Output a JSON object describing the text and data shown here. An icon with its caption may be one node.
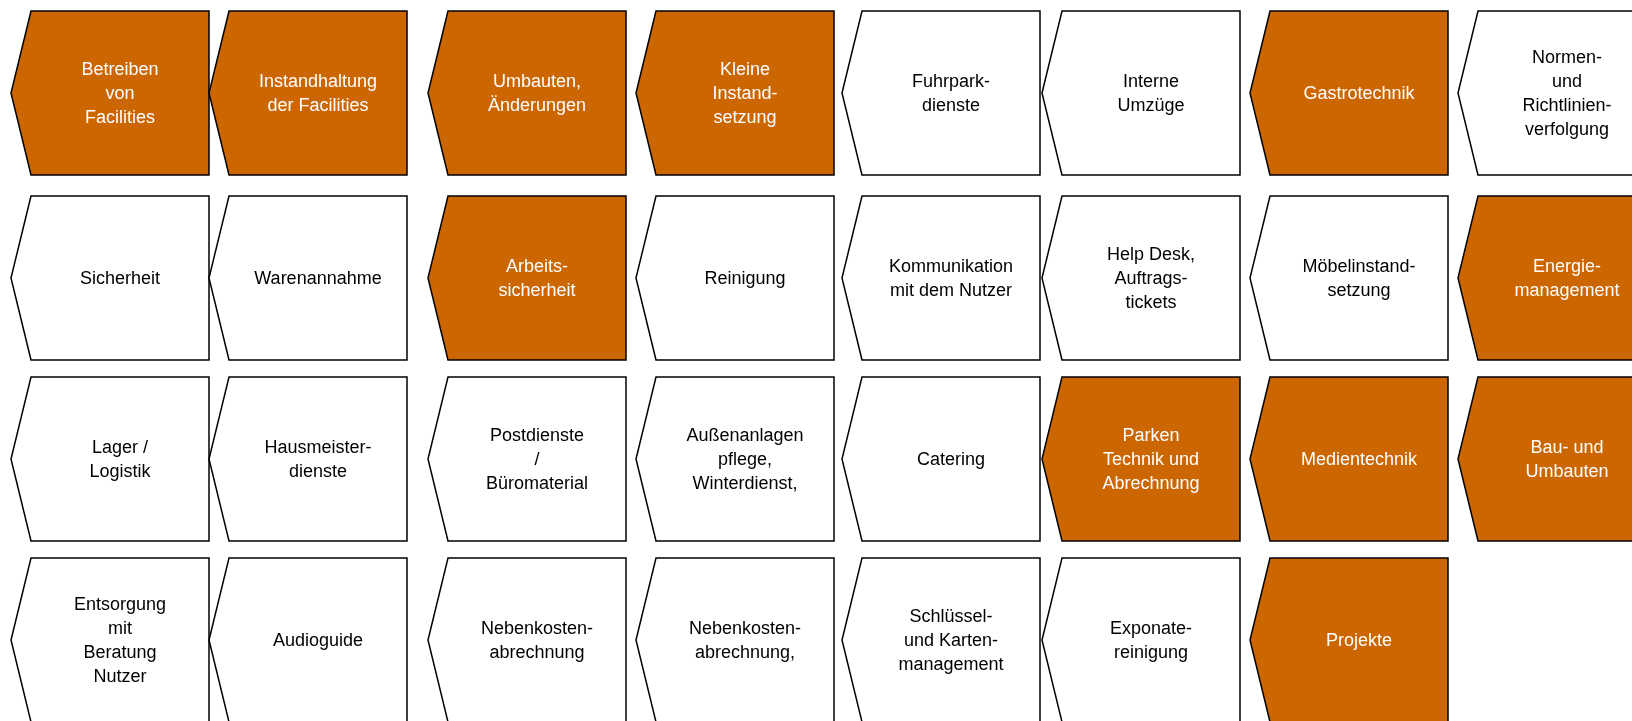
{
  "diagram": {
    "nodes": [
      {
        "text": [
          "Betreiben von Facilities"
        ]
      },
      {
        "text": [
          "Instandhaltung der Facilities"
        ]
      },
      {
        "text": [
          "Umbauten, Änderungen"
        ]
      },
      {
        "text": [
          "Kleine Instand- setzung"
        ]
      },
      {
        "text": [
          "Fuhrpark- dienste"
        ]
      },
      {
        "text": [
          "Interne Umzüge"
        ]
      },
      {
        "text": [
          "Gastrotechnik"
        ]
      },
      {
        "text": [
          "Normen- und Richtlinien- verfolgung"
        ]
      },
      {
        "text": [
          "Sicherheit"
        ]
      },
      {
        "text": [
          "Warenannahme"
        ]
      },
      {
        "text": [
          "Arbeits- sicherheit"
        ]
      },
      {
        "text": [
          "Reinigung"
        ]
      },
      {
        "text": [
          "Kommunikation mit dem Nutzer"
        ]
      },
      {
        "text": [
          "Help Desk, Auftrags- tickets"
        ]
      },
      {
        "text": [
          "Möbelinstand- setzung"
        ]
      },
      {
        "text": [
          "Energie- management"
        ]
      },
      {
        "text": [
          "Lager / Logistik"
        ]
      },
      {
        "text": [
          "Hausmeister- dienste"
        ]
      },
      {
        "text": [
          "Postdienste / Büromaterial"
        ]
      },
      {
        "text": [
          "Außenanlagen pflege, Winterdienst,"
        ]
      },
      {
        "text": [
          "Catering"
        ]
      },
      {
        "text": [
          "Parken Technik und Abrechnung"
        ]
      },
      {
        "text": [
          "Medientechnik"
        ]
      },
      {
        "text": [
          "Bau- und Umbauten"
        ]
      },
      {
        "text": [
          "Entsorgung mit Beratung Nutzer"
        ]
      },
      {
        "text": [
          "Audioguide"
        ]
      },
      {
        "text": [
          "Nebenkosten- abrechnung"
        ]
      },
      {
        "text": [
          "Nebenkosten- abrechnung,"
        ]
      },
      {
        "text": [
          "Schlüssel- und Karten- management"
        ]
      },
      {
        "text": [
          "Exponate- reinigung"
        ]
      },
      {
        "text": [
          "Projekte"
        ]
      }
    ],
    "edges": []
  }
}
